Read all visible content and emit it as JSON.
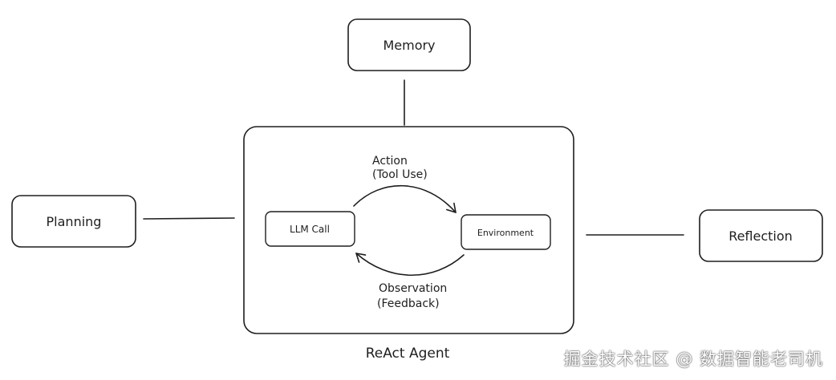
{
  "diagram": {
    "nodes": {
      "memory": "Memory",
      "planning": "Planning",
      "reflection": "Reflection",
      "llm_call": "LLM Call",
      "environment": "Environment"
    },
    "container_label": "ReAct Agent",
    "edges": {
      "action_line1": "Action",
      "action_line2": "(Tool Use)",
      "observation_line1": "Observation",
      "observation_line2": "(Feedback)"
    }
  },
  "watermark": "掘金技术社区 @ 数据智能老司机"
}
